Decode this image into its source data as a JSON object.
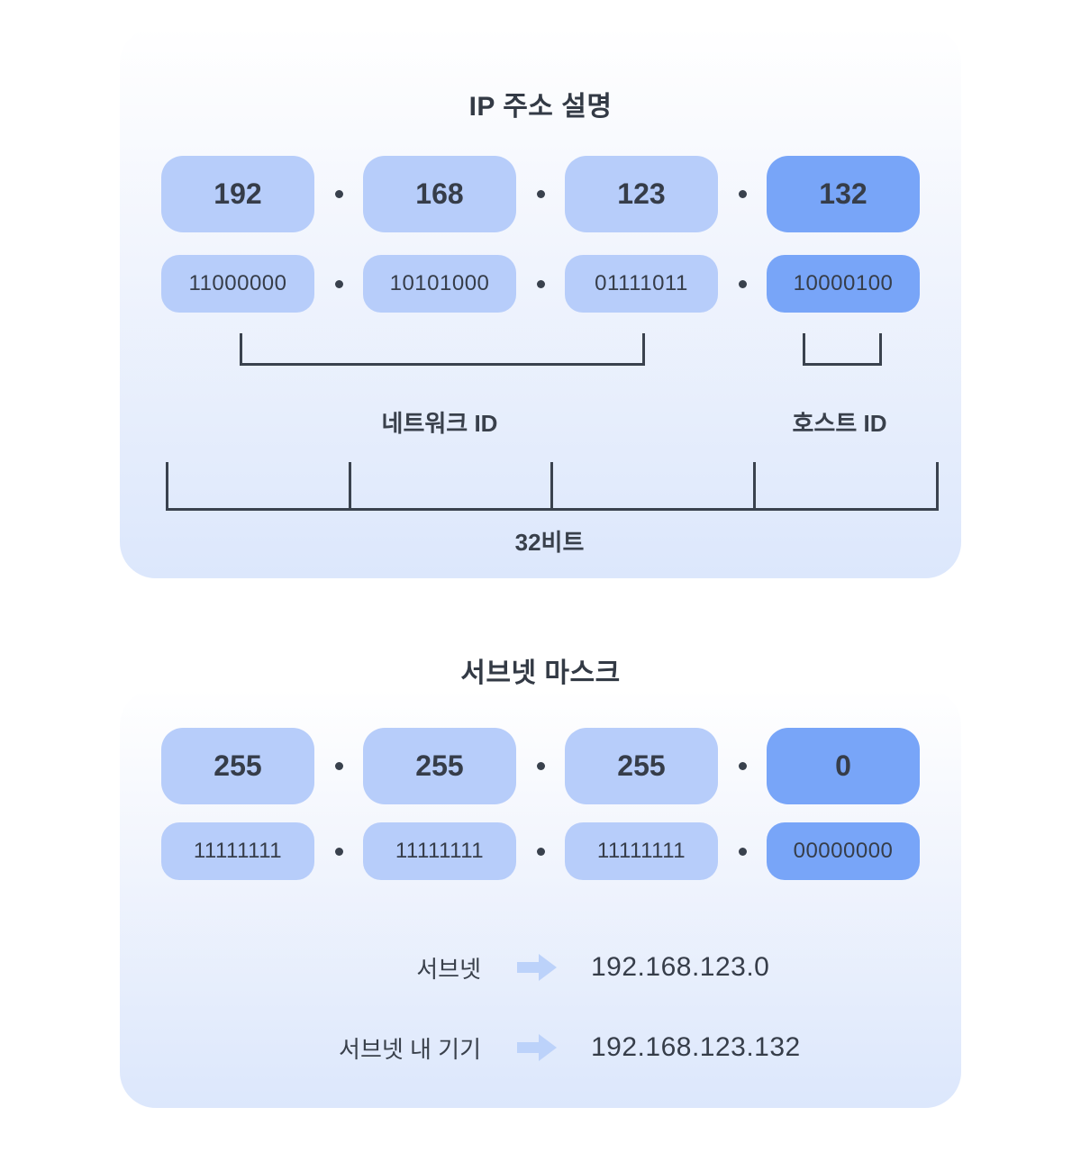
{
  "colors": {
    "octet_box_light": "#b7cdfa",
    "octet_box_highlight": "#78a5f8",
    "card_gradient_top": "#ffffff",
    "card_gradient_bottom": "#dce7fc",
    "text_dark": "#363d49",
    "bracket_line": "#3a424e",
    "arrow": "#bcd2fa"
  },
  "ip_section": {
    "title": "IP 주소 설명",
    "separator": ".",
    "octets": [
      {
        "dec": "192",
        "bin": "11000000",
        "highlight": false
      },
      {
        "dec": "168",
        "bin": "10101000",
        "highlight": false
      },
      {
        "dec": "123",
        "bin": "01111011",
        "highlight": false
      },
      {
        "dec": "132",
        "bin": "10000100",
        "highlight": true
      }
    ],
    "network_id_label": "네트워크 ID",
    "host_id_label": "호스트 ID",
    "bits_label": "32비트"
  },
  "subnet_section": {
    "title": "서브넷 마스크",
    "separator": ".",
    "octets": [
      {
        "dec": "255",
        "bin": "11111111",
        "highlight": false
      },
      {
        "dec": "255",
        "bin": "11111111",
        "highlight": false
      },
      {
        "dec": "255",
        "bin": "11111111",
        "highlight": false
      },
      {
        "dec": "0",
        "bin": "00000000",
        "highlight": true
      }
    ],
    "rows": [
      {
        "label": "서브넷",
        "value": "192.168.123.0"
      },
      {
        "label": "서브넷 내 기기",
        "value": "192.168.123.132"
      }
    ]
  }
}
